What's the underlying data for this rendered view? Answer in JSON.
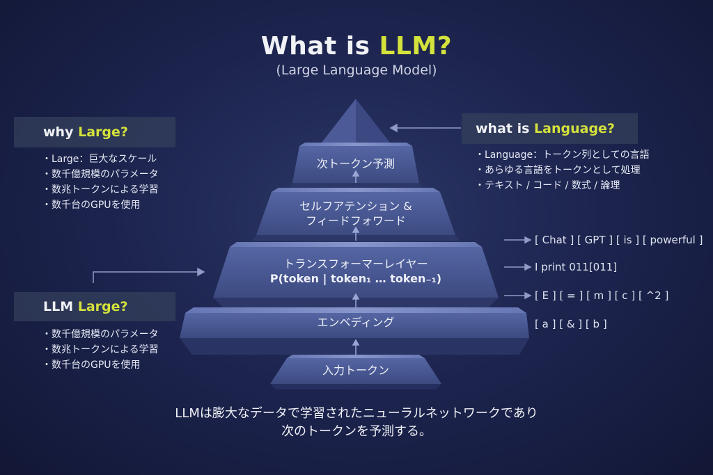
{
  "header": {
    "title_prefix": "What is ",
    "title_accent": "LLM?",
    "subtitle": "(Large Language Model)"
  },
  "left_panels": [
    {
      "title_prefix": "why ",
      "title_accent": "Large?",
      "items": [
        "・Large：巨大なスケール",
        "・数千億規模のパラメータ",
        "・数兆トークンによる学習",
        "・数千台のGPUを使用"
      ]
    },
    {
      "title_prefix": "LLM ",
      "title_accent": "Large?",
      "items": [
        "・数千億規模のパラメータ",
        "・数兆トークンによる学習",
        "・数千台のGPUを使用"
      ]
    }
  ],
  "right_panel": {
    "title_prefix": "what is ",
    "title_accent": "Language?",
    "items": [
      "・Language：トークン列としての言語",
      "・あらゆる言語をトークンとして処理",
      "・テキスト / コード / 数式 / 論理"
    ]
  },
  "pyramid": {
    "layers": [
      {
        "line1": "次トークン予測",
        "line2": ""
      },
      {
        "line1": "セルフアテンション &",
        "line2": "フィードフォワード"
      },
      {
        "line1": "トランスフォーマーレイヤー",
        "line2": "P(token | token₁ … token₋₁)"
      },
      {
        "line1": "エンベディング",
        "line2": ""
      },
      {
        "line1": "入力トークン",
        "line2": ""
      }
    ]
  },
  "token_examples": [
    "[ Chat ] [ GPT ] [ is ] [ powerful ]",
    "I print 011[011]",
    "[ E ] [ = ] [ m ] [ c ] [ ^2 ]",
    "[ a ] [ & ] [ b ]"
  ],
  "footer": {
    "line1": "LLMは膨大なデータで学習されたニューラルネットワークであり",
    "line2": "次のトークンを予測する。"
  },
  "colors": {
    "accent": "#d4e23c",
    "background": "#1d2550",
    "layer": "#4a5a92"
  }
}
